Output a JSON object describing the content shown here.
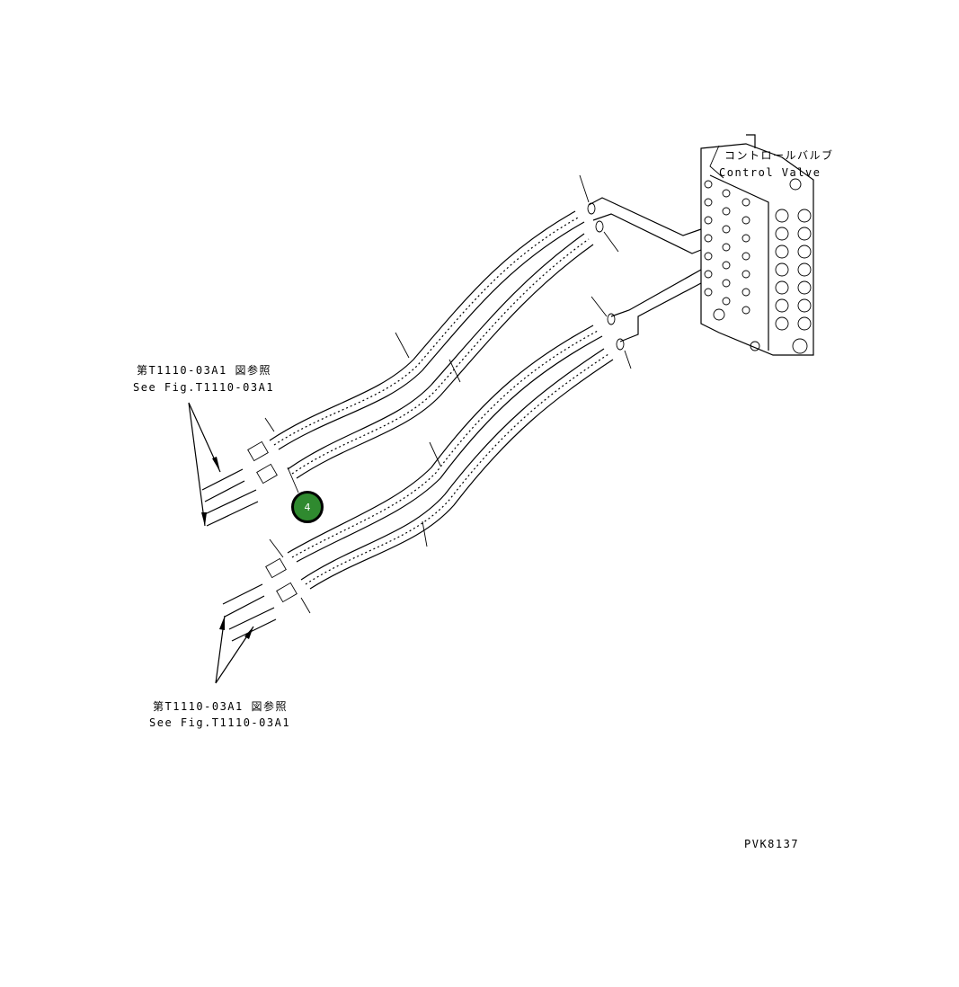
{
  "labels": {
    "control_valve_jp": "コントロールバルブ",
    "control_valve_en": "Control Valve",
    "ref_top_jp": "第T1110-03A1 図参照",
    "ref_top_en": "See Fig.T1110-03A1",
    "ref_bottom_jp": "第T1110-03A1 図参照",
    "ref_bottom_en": "See Fig.T1110-03A1",
    "drawing_code": "PVK8137"
  },
  "callouts": [
    {
      "number": "4"
    }
  ]
}
